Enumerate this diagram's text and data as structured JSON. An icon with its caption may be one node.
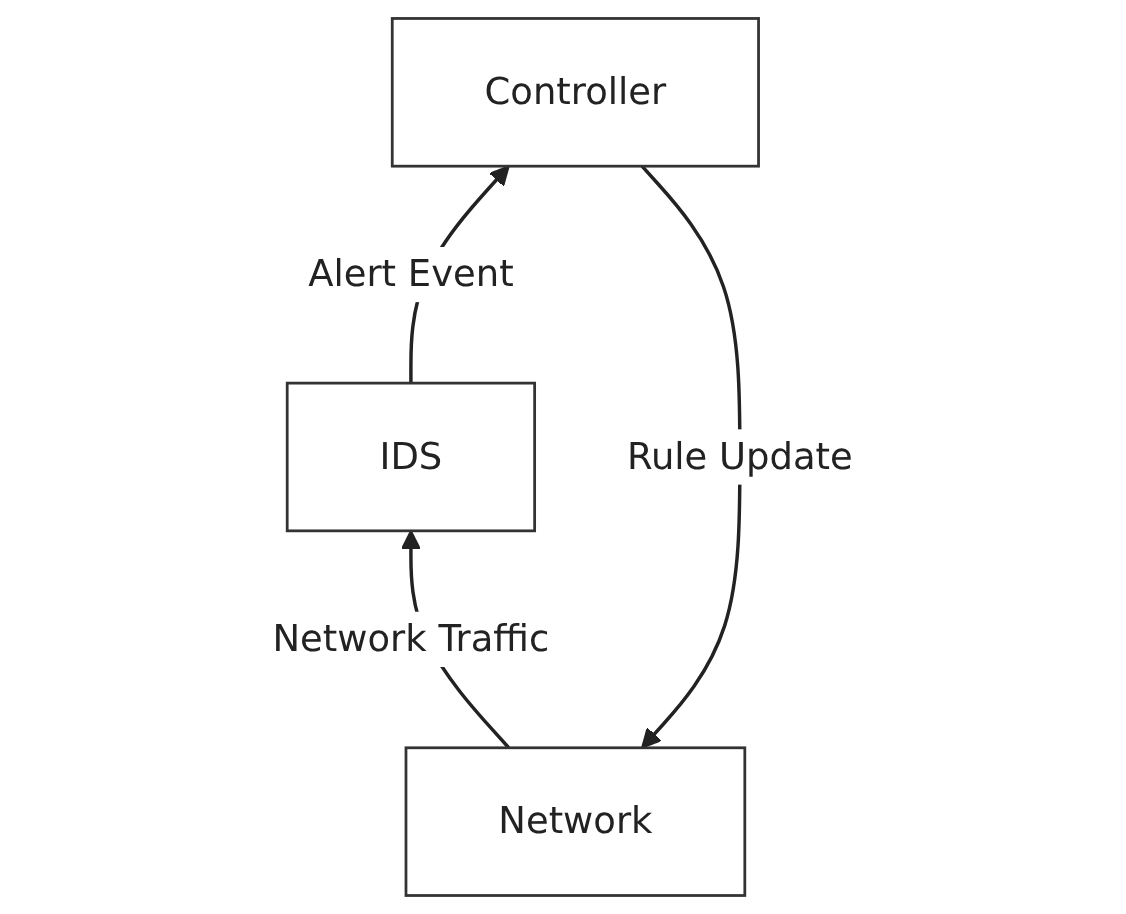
{
  "diagram": {
    "nodes": [
      {
        "text": [
          "Controller"
        ]
      },
      {
        "text": [
          "IDS"
        ]
      },
      {
        "text": [
          "Network"
        ]
      }
    ],
    "edges": [
      {
        "from": 2,
        "to": 1,
        "arrow": "to",
        "label": "Network Traffic"
      },
      {
        "from": 1,
        "to": 0,
        "arrow": "to",
        "label": "Alert Event"
      },
      {
        "from": 0,
        "to": 2,
        "arrow": "to",
        "label": "Rule Update"
      }
    ]
  }
}
